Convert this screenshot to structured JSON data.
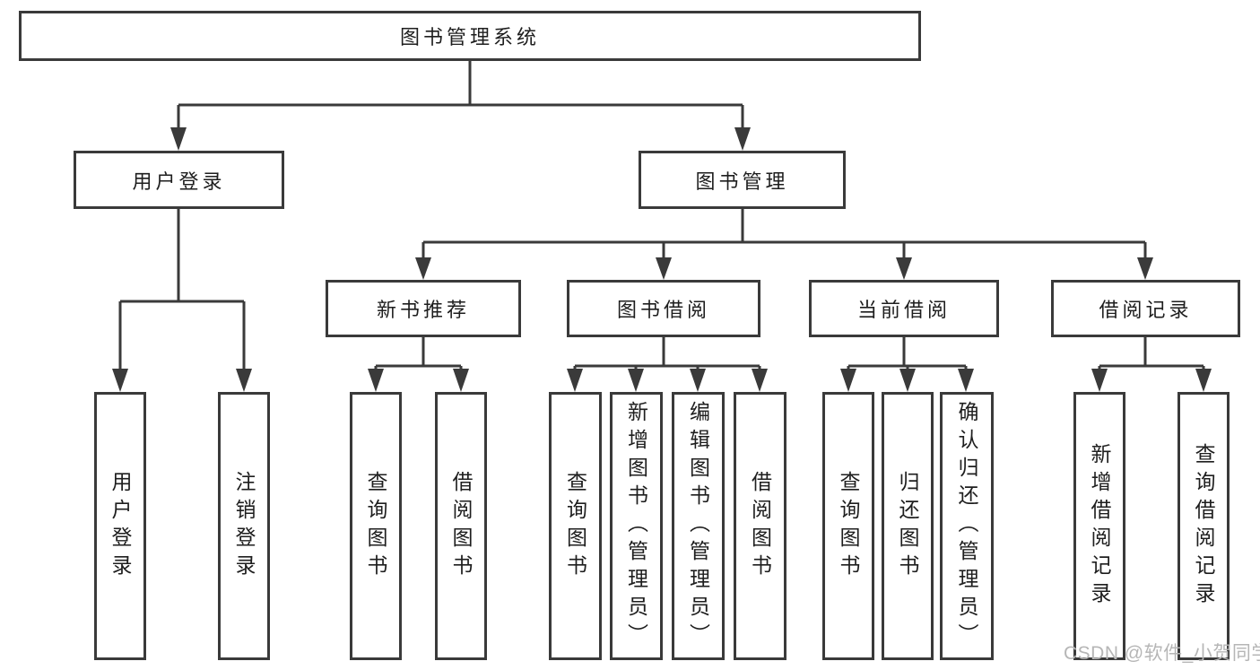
{
  "tree": {
    "label": "图书管理系统",
    "children": [
      {
        "label": "用户登录",
        "children": [
          {
            "label": "用户登录"
          },
          {
            "label": "注销登录"
          }
        ]
      },
      {
        "label": "图书管理",
        "children": [
          {
            "label": "新书推荐",
            "children": [
              {
                "label": "查询图书"
              },
              {
                "label": "借阅图书"
              }
            ]
          },
          {
            "label": "图书借阅",
            "children": [
              {
                "label": "查询图书"
              },
              {
                "label": "新增图书（管理员）"
              },
              {
                "label": "编辑图书（管理员）"
              },
              {
                "label": "借阅图书"
              }
            ]
          },
          {
            "label": "当前借阅",
            "children": [
              {
                "label": "查询图书"
              },
              {
                "label": "归还图书"
              },
              {
                "label": "确认归还（管理员）"
              }
            ]
          },
          {
            "label": "借阅记录",
            "children": [
              {
                "label": "新增借阅记录"
              },
              {
                "label": "查询借阅记录"
              }
            ]
          }
        ]
      }
    ]
  },
  "watermark": {
    "text": "CSDN @软件_小贺同学"
  },
  "colors": {
    "line": "#3a3a3a",
    "text": "#1e1e1e",
    "watermark": "#b6b6b6",
    "background": "#ffffff"
  }
}
